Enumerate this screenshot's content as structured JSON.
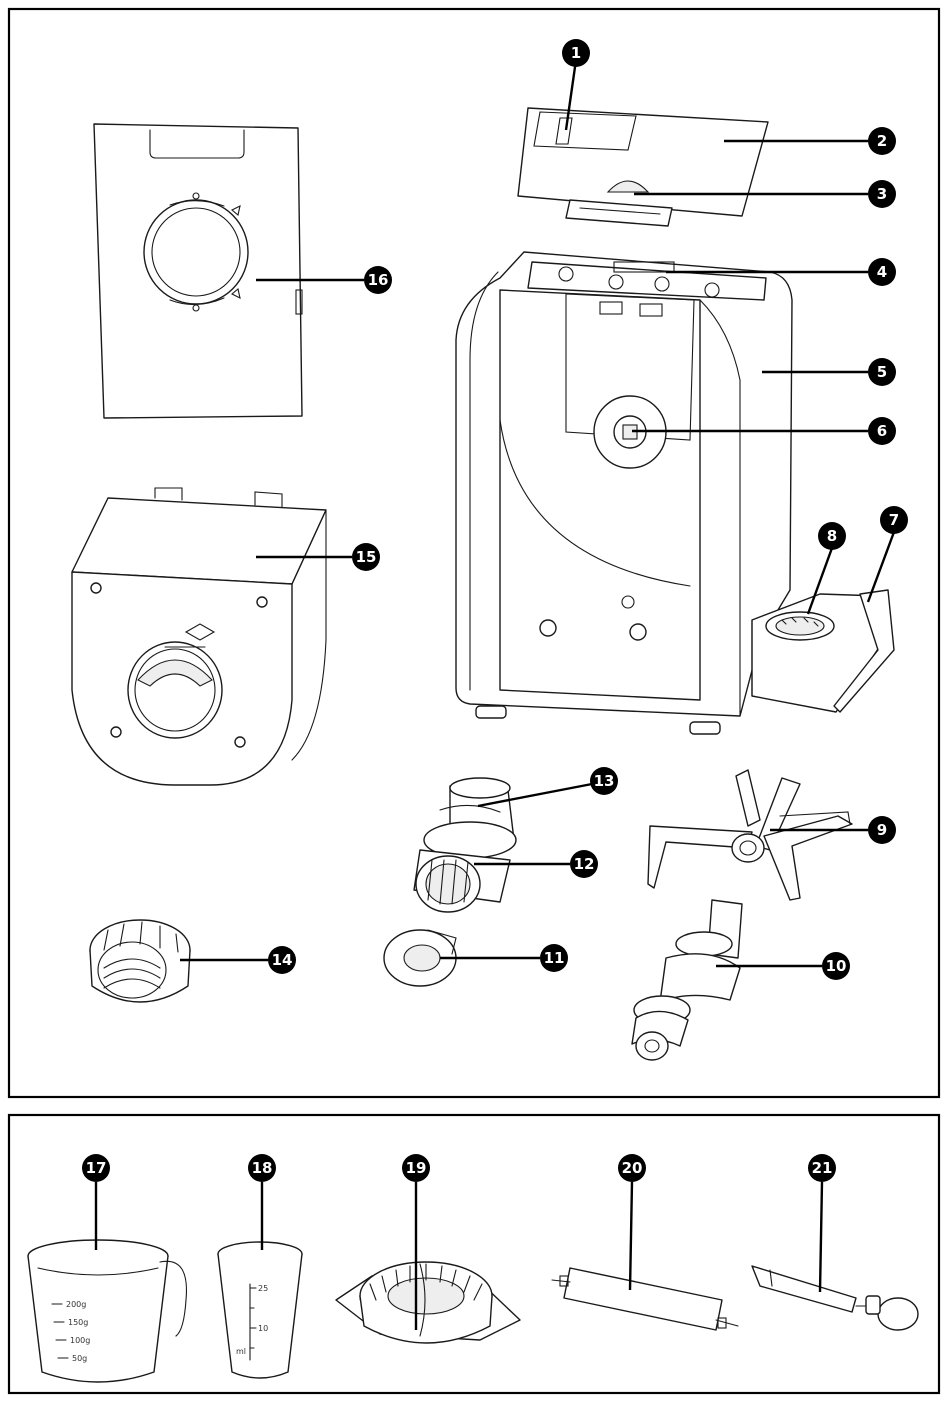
{
  "callouts": [
    {
      "id": "1",
      "label": "1"
    },
    {
      "id": "2",
      "label": "2"
    },
    {
      "id": "3",
      "label": "3"
    },
    {
      "id": "4",
      "label": "4"
    },
    {
      "id": "5",
      "label": "5"
    },
    {
      "id": "6",
      "label": "6"
    },
    {
      "id": "7",
      "label": "7"
    },
    {
      "id": "8",
      "label": "8"
    },
    {
      "id": "9",
      "label": "9"
    },
    {
      "id": "10",
      "label": "10"
    },
    {
      "id": "11",
      "label": "11"
    },
    {
      "id": "12",
      "label": "12"
    },
    {
      "id": "13",
      "label": "13"
    },
    {
      "id": "14",
      "label": "14"
    },
    {
      "id": "15",
      "label": "15"
    },
    {
      "id": "16",
      "label": "16"
    },
    {
      "id": "17",
      "label": "17"
    },
    {
      "id": "18",
      "label": "18"
    },
    {
      "id": "19",
      "label": "19"
    },
    {
      "id": "20",
      "label": "20"
    },
    {
      "id": "21",
      "label": "21"
    }
  ],
  "measuring_jug_marks": [
    "200g",
    "150g",
    "100g",
    "50g"
  ],
  "measuring_cup_marks": [
    "25",
    "10",
    "ml"
  ]
}
